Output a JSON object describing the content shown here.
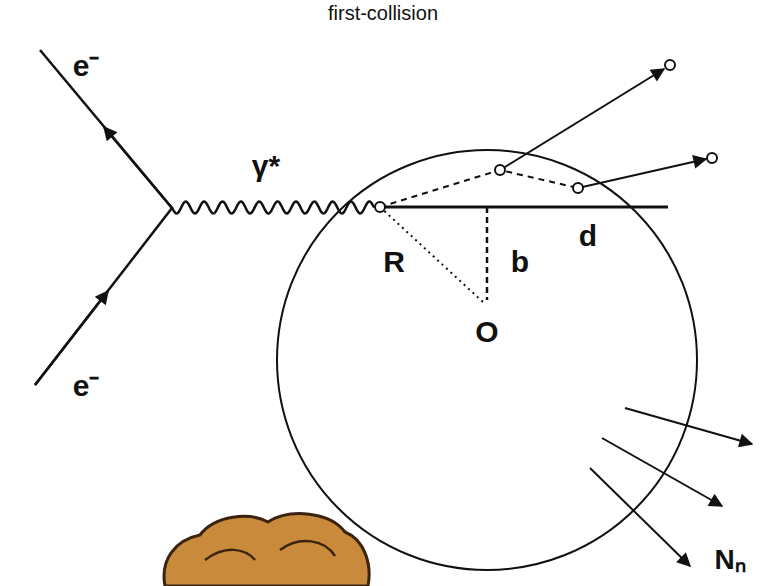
{
  "diagram": {
    "title": "first-collision",
    "labels": [
      "e⁻",
      "e⁻",
      "γ*",
      "R",
      "b",
      "d",
      "O",
      "Nₙ"
    ]
  }
}
